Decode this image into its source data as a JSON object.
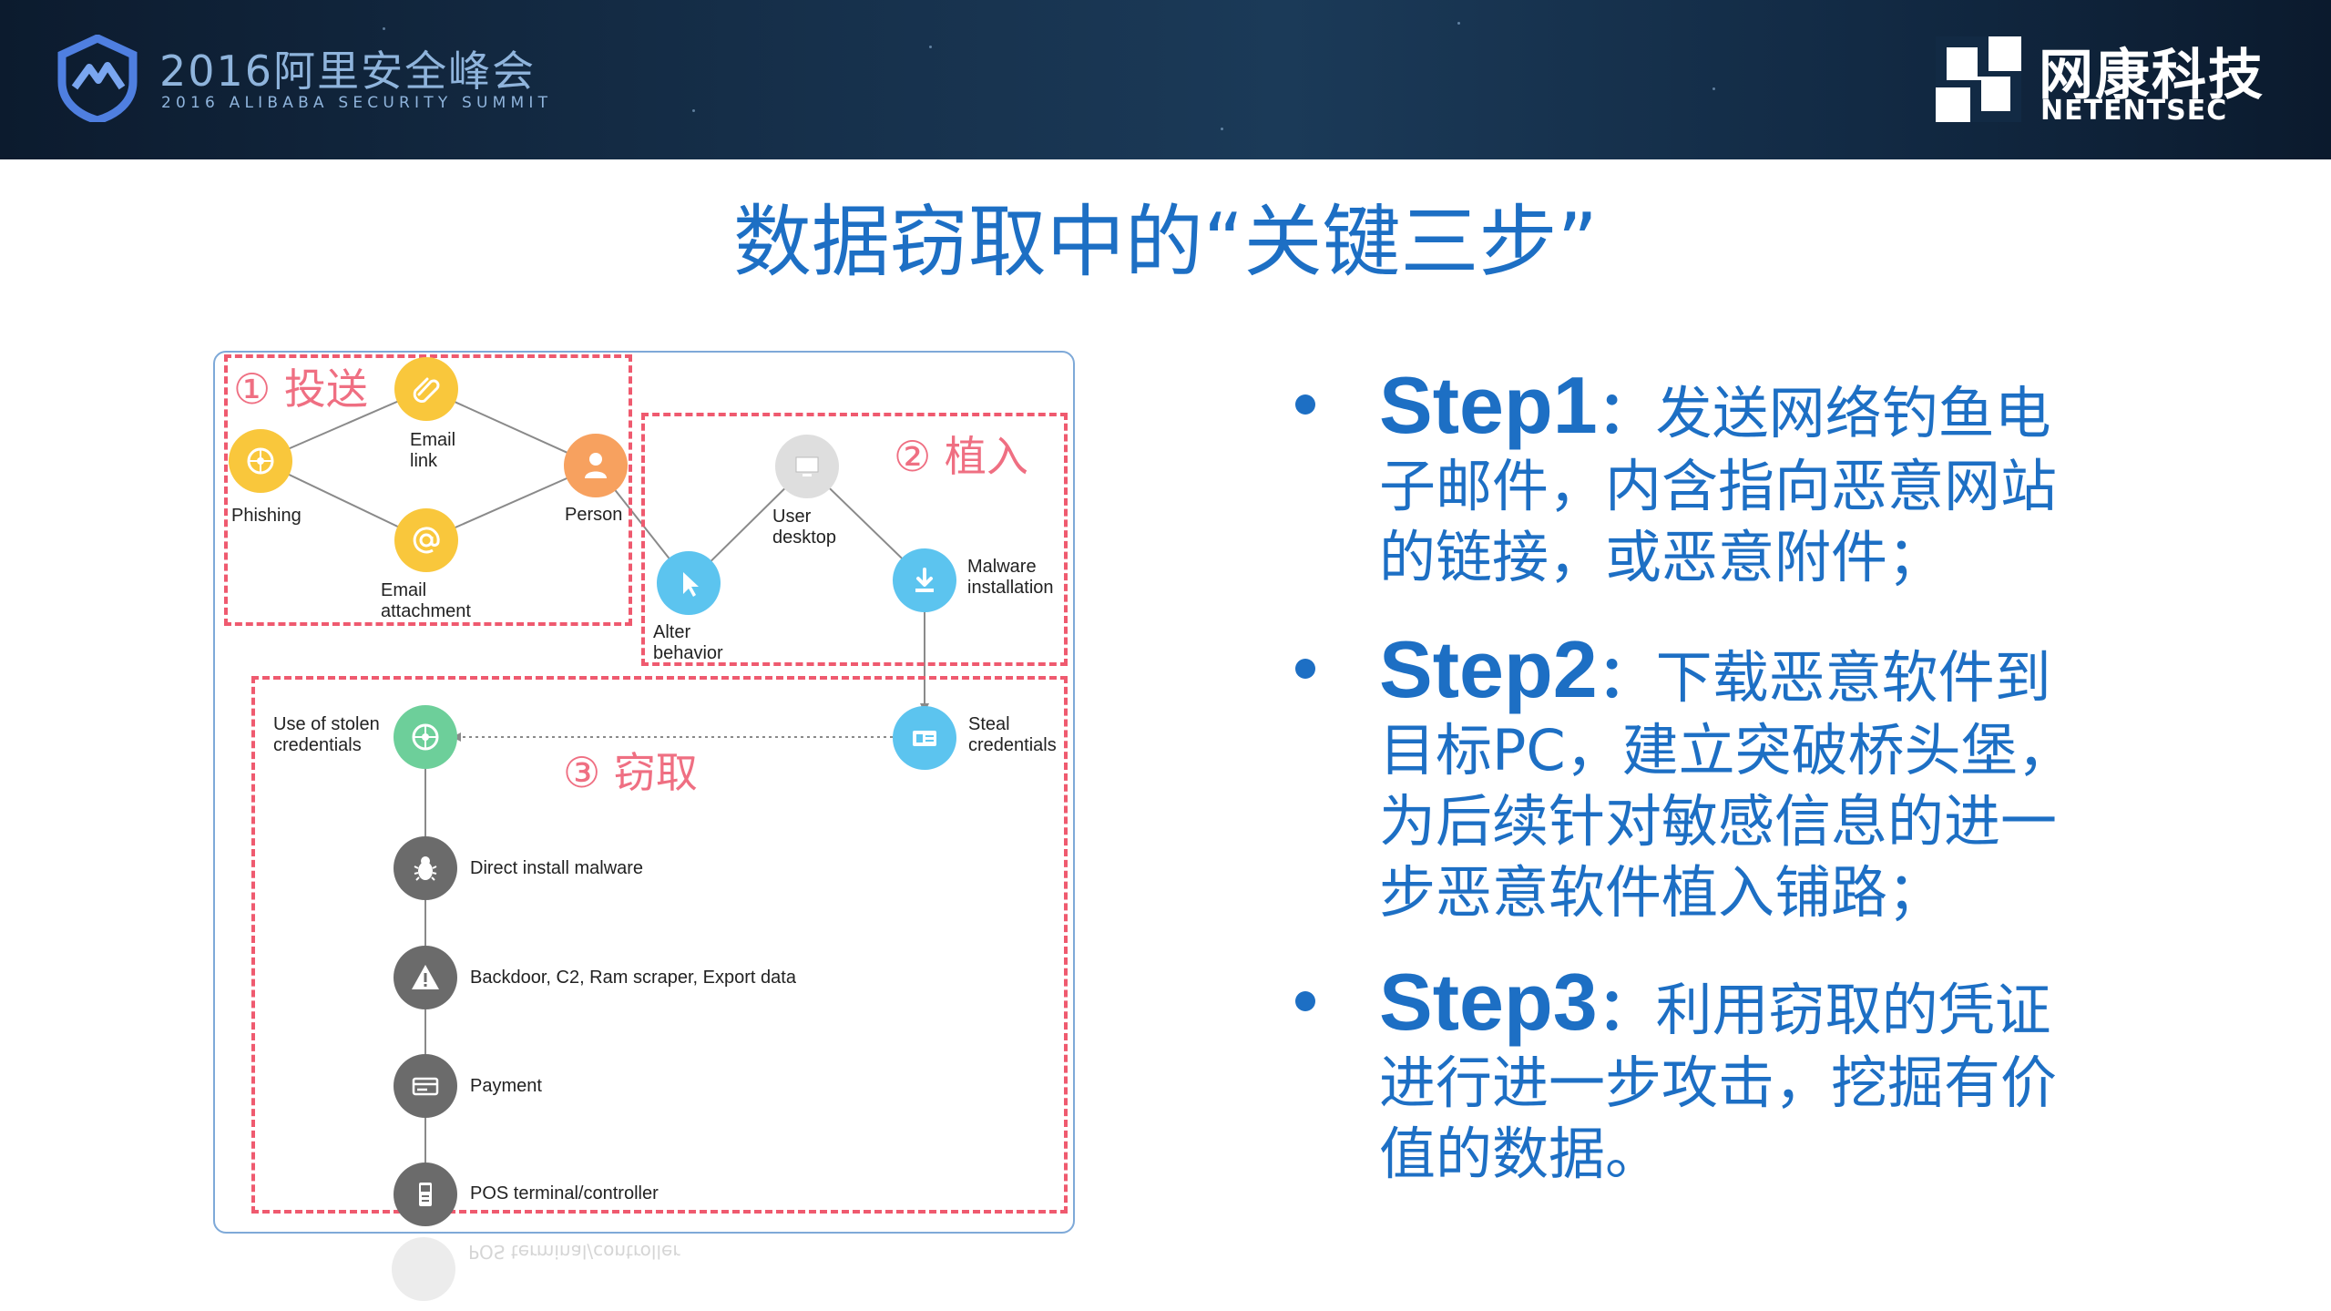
{
  "header": {
    "summit_title": "2016阿里安全峰会",
    "summit_subtitle": "2016 ALIBABA SECURITY SUMMIT",
    "company_cn": "网康科技",
    "company_en": "NETENTSEC",
    "colors": {
      "band": "#122a44",
      "summit_text": "#8fb4dc",
      "company_text": "#ffffff"
    }
  },
  "slide": {
    "title": "数据窃取中的“关键三步”",
    "accent_color": "#1d6fc4"
  },
  "diagram": {
    "zones": [
      {
        "label": "① 投送"
      },
      {
        "label": "② 植入"
      },
      {
        "label": "③ 窃取"
      }
    ],
    "nodes": {
      "phishing": {
        "label": "Phishing",
        "icon": "compass-icon",
        "color": "#f9c73c"
      },
      "email_link": {
        "label_1": "Email",
        "label_2": "link",
        "icon": "paperclip-icon",
        "color": "#f9c73c"
      },
      "email_attachment": {
        "label_1": "Email",
        "label_2": "attachment",
        "icon": "at-sign-icon",
        "color": "#f9c73c"
      },
      "person": {
        "label": "Person",
        "icon": "person-icon",
        "color": "#f7a15f"
      },
      "alter_behavior": {
        "label_1": "Alter",
        "label_2": "behavior",
        "icon": "cursor-icon",
        "color": "#5cc4ef"
      },
      "user_desktop": {
        "label_1": "User",
        "label_2": "desktop",
        "icon": "monitor-icon",
        "color": "#dedede"
      },
      "malware_installation": {
        "label_1": "Malware",
        "label_2": "installation",
        "icon": "download-icon",
        "color": "#5cc4ef"
      },
      "steal_credentials": {
        "label_1": "Steal",
        "label_2": "credentials",
        "icon": "id-card-icon",
        "color": "#5cc4ef"
      },
      "use_credentials": {
        "label_1": "Use of stolen",
        "label_2": "credentials",
        "icon": "compass-icon",
        "color": "#6dcf9a"
      },
      "direct_install": {
        "label": "Direct install malware",
        "icon": "bug-icon",
        "color": "#6b6b6b"
      },
      "backdoor": {
        "label": "Backdoor, C2, Ram scraper, Export data",
        "icon": "warning-icon",
        "color": "#6b6b6b"
      },
      "payment": {
        "label": "Payment",
        "icon": "card-icon",
        "color": "#6b6b6b"
      },
      "pos": {
        "label": "POS terminal/controller",
        "icon": "pos-device-icon",
        "color": "#6b6b6b"
      }
    },
    "reflection_text": "POS terminal/controller"
  },
  "bullets": [
    {
      "step": "Step1",
      "colon": "：",
      "line1": "发送网络钓鱼电",
      "line2": "子邮件，内含指向恶意网站",
      "line3": "的链接，或恶意附件；"
    },
    {
      "step": "Step2",
      "colon": "：",
      "line1": "下载恶意软件到",
      "line2": "目标PC，建立突破桥头堡，",
      "line3": "为后续针对敏感信息的进一",
      "line4": "步恶意软件植入铺路；"
    },
    {
      "step": "Step3",
      "colon": "：",
      "line1": "利用窃取的凭证",
      "line2": "进行进一步攻击，挖掘有价",
      "line3": "值的数据。"
    }
  ]
}
